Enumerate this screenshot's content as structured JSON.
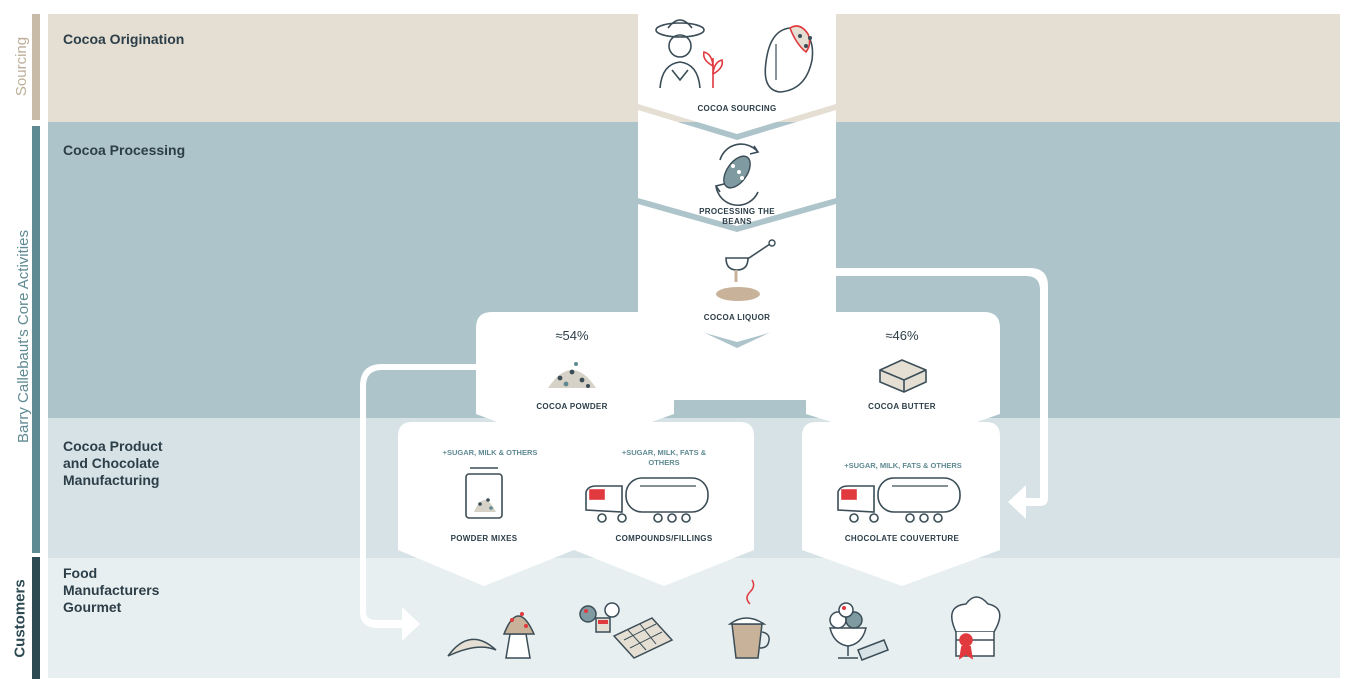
{
  "rows": {
    "sourcing": "Cocoa Origination",
    "processing": "Cocoa Processing",
    "manufacturing": "Cocoa Product\nand Chocolate\nManufacturing",
    "customers": "Food\nManufacturers\nGourmet"
  },
  "side": {
    "sourcing": "Sourcing",
    "core": "Barry Callebaut's Core Activities",
    "customers": "Customers"
  },
  "steps": {
    "sourcing": "COCOA SOURCING",
    "processing": "PROCESSING THE BEANS",
    "liquor": "COCOA LIQUOR",
    "powder": "COCOA POWDER",
    "butter": "COCOA BUTTER",
    "powder_mixes": "POWDER MIXES",
    "compounds": "COMPOUNDS/FILLINGS",
    "couverture": "CHOCOLATE COUVERTURE"
  },
  "percentages": {
    "powder": "≈54%",
    "butter": "≈46%"
  },
  "additions": {
    "powder_mixes": "+SUGAR, MILK & OTHERS",
    "compounds": "+SUGAR, MILK, FATS & OTHERS",
    "couverture": "+SUGAR, MILK, FATS & OTHERS"
  },
  "icons": {
    "sourcing": [
      "farmer-icon",
      "cocoa-pod-icon"
    ],
    "processing": [
      "bean-cycle-icon"
    ],
    "liquor": [
      "liquor-spoon-icon"
    ],
    "powder": [
      "powder-pile-icon"
    ],
    "butter": [
      "butter-block-icon"
    ],
    "powder_mixes": [
      "powder-bag-icon"
    ],
    "compounds": [
      "tanker-truck-icon"
    ],
    "couverture": [
      "tanker-truck-icon"
    ],
    "customers": [
      "croissant-muffin-icon",
      "chocolates-icon",
      "hot-drink-icon",
      "ice-cream-icon",
      "chef-hat-icon"
    ]
  },
  "colors": {
    "sourcing_band": "#e4ded3",
    "processing_band": "#adc4ca",
    "manufacturing_band": "#d6e2e5",
    "customers_band": "#e8eff1",
    "accent_red": "#e0393e",
    "dark_text": "#2c3e48"
  }
}
